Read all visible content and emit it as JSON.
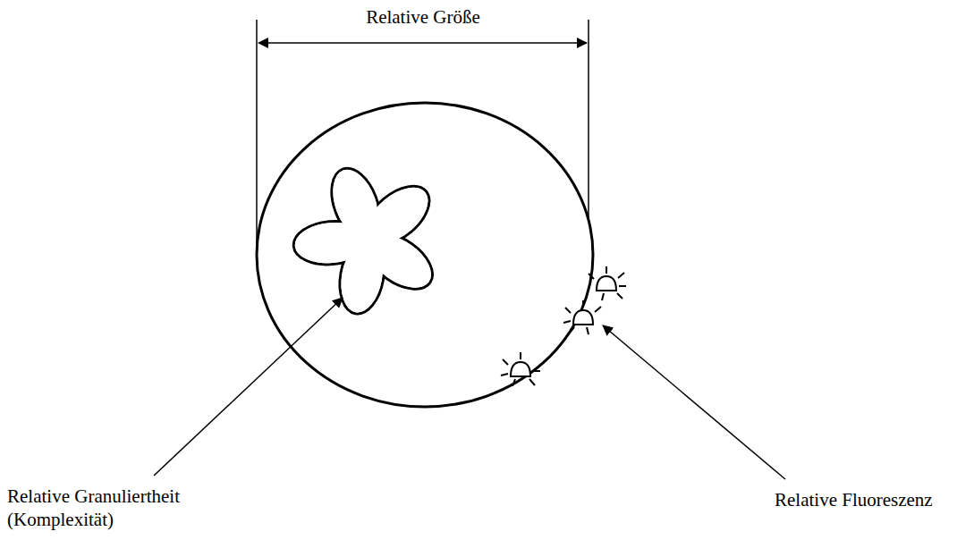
{
  "diagram": {
    "labels": [
      "Relative Größe",
      "Relative Granuliertheit (Komplexität)",
      "Relative Fluoreszenz"
    ]
  }
}
